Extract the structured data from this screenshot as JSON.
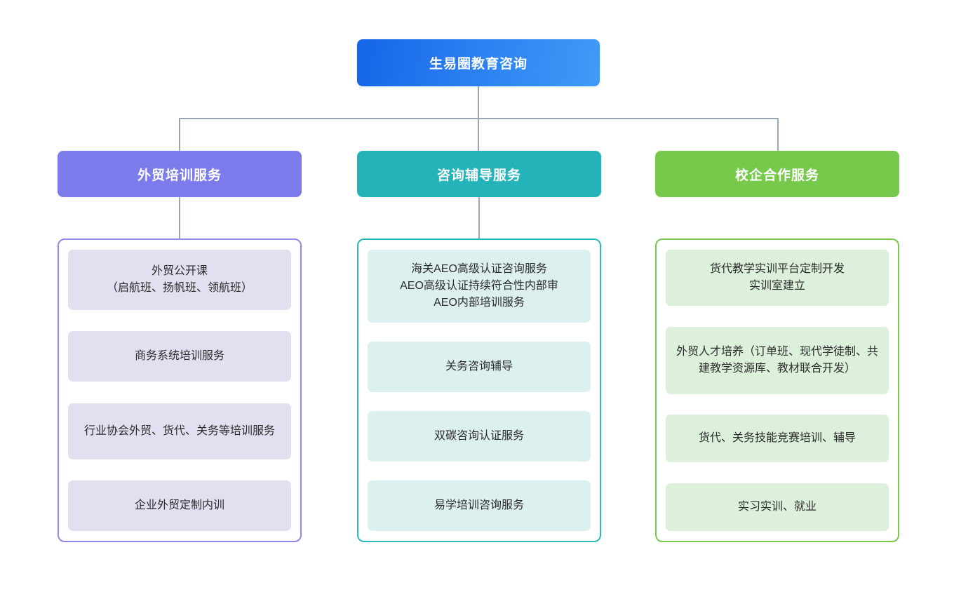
{
  "diagram": {
    "type": "organization-service-tree",
    "root": {
      "label": "生易圈教育咨询",
      "color": "#2a7ef0",
      "gradient_from": "#1565e8",
      "gradient_to": "#3f9bf7"
    },
    "connector_color": "#9aa5b4",
    "branches": [
      {
        "id": "foreign-trade-training",
        "label": "外贸培训服务",
        "header_color": "#7b7bec",
        "border_color": "#8c8ce8",
        "item_color": "#e3dff0",
        "items": [
          {
            "label": "外贸公开课\n（启航班、扬帆班、领航班）"
          },
          {
            "label": "商务系统培训服务"
          },
          {
            "label": "行业协会外贸、货代、关务等培训服务"
          },
          {
            "label": "企业外贸定制内训"
          }
        ]
      },
      {
        "id": "consulting-tutoring",
        "label": "咨询辅导服务",
        "header_color": "#24b3b8",
        "border_color": "#2bb8bc",
        "item_color": "#dcf0ef",
        "items": [
          {
            "label": "海关AEO高级认证咨询服务\nAEO高级认证持续符合性内部审\nAEO内部培训服务"
          },
          {
            "label": "关务咨询辅导"
          },
          {
            "label": "双碳咨询认证服务"
          },
          {
            "label": "易学培训咨询服务"
          }
        ]
      },
      {
        "id": "school-enterprise-cooperation",
        "label": "校企合作服务",
        "header_color": "#76c94a",
        "border_color": "#76c94a",
        "item_color": "#dcf0dc",
        "items": [
          {
            "label": "货代教学实训平台定制开发\n实训室建立"
          },
          {
            "label": "外贸人才培养（订单班、现代学徒制、共建教学资源库、教材联合开发）"
          },
          {
            "label": "货代、关务技能竞赛培训、辅导"
          },
          {
            "label": "实习实训、就业"
          }
        ]
      }
    ]
  }
}
